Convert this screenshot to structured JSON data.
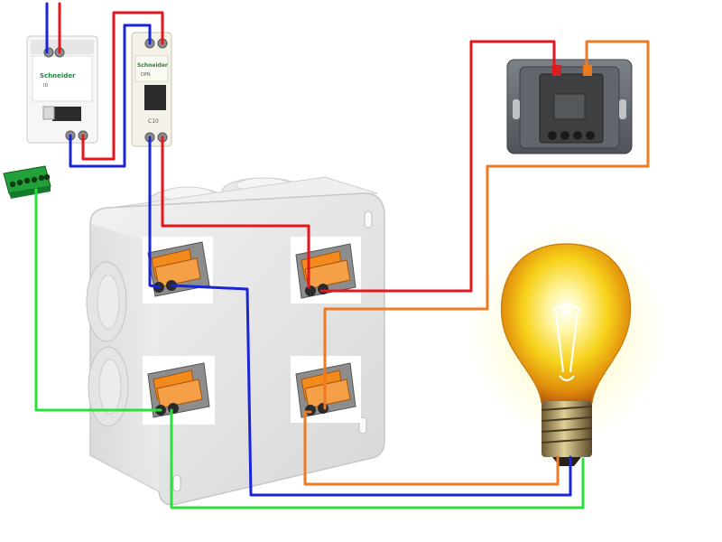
{
  "diagram": {
    "differential_breaker": {
      "brand": "Schneider",
      "model": "ID",
      "rating": ""
    },
    "circuit_breaker": {
      "brand": "Schneider",
      "model": "DPN",
      "rating": "C10"
    },
    "switch_module": {
      "brand": ""
    },
    "ground_bar": {
      "terminal_count": 6
    },
    "junction_box": {
      "connector_count": 4
    },
    "lamp": {
      "type": "incandescent"
    }
  },
  "colors": {
    "phase": "#e8151b",
    "neutral": "#1a24d8",
    "earth": "#29e13b",
    "return": "#ef7a24",
    "lever": "#f28a1c",
    "box": "#e6e6e6",
    "ground_bar": "#22a03a"
  }
}
